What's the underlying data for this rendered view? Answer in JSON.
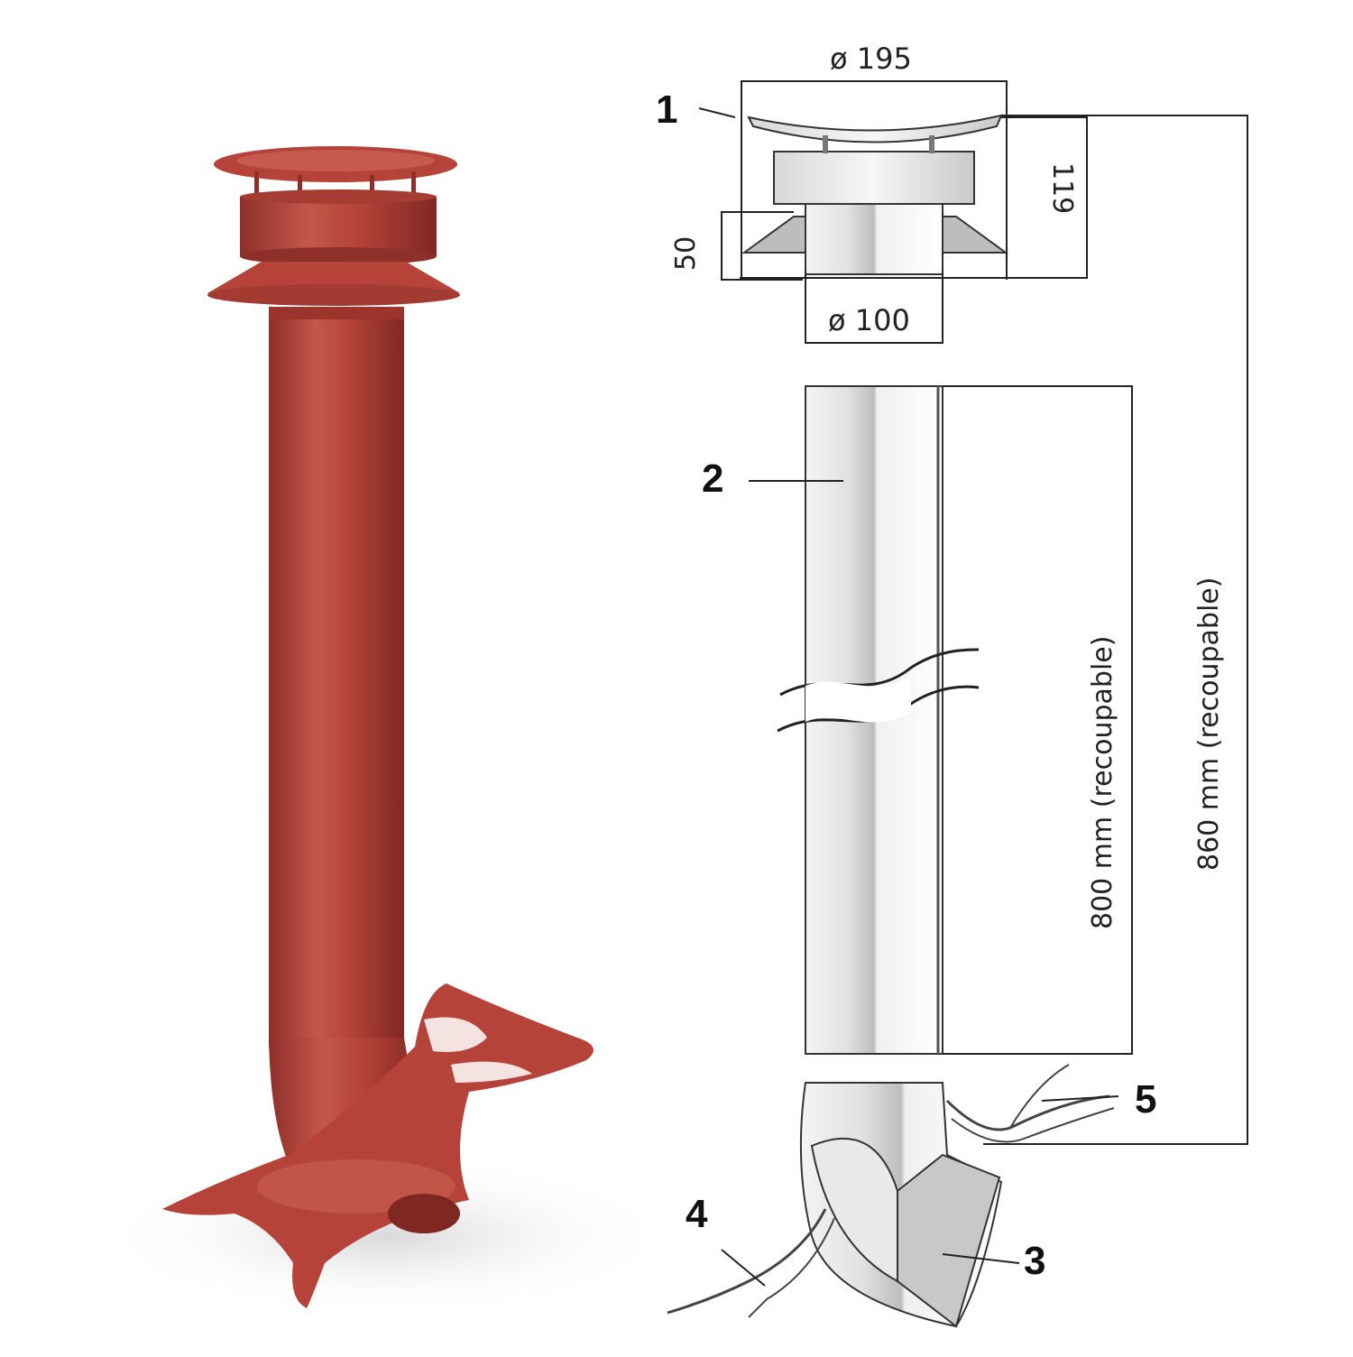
{
  "colors": {
    "product": "#b5433a",
    "product_dark": "#8e2f29",
    "product_light": "#d46a5f",
    "drawing_line": "#222222"
  },
  "callouts": {
    "c1": "1",
    "c2": "2",
    "c3": "3",
    "c4": "4",
    "c5": "5"
  },
  "dimensions": {
    "cap_diameter": "ø 195",
    "pipe_diameter": "ø 100",
    "collar_height": "50",
    "cap_height": "119",
    "pipe_length": "800 mm (recoupable)",
    "total_length": "860 mm (recoupable)"
  }
}
